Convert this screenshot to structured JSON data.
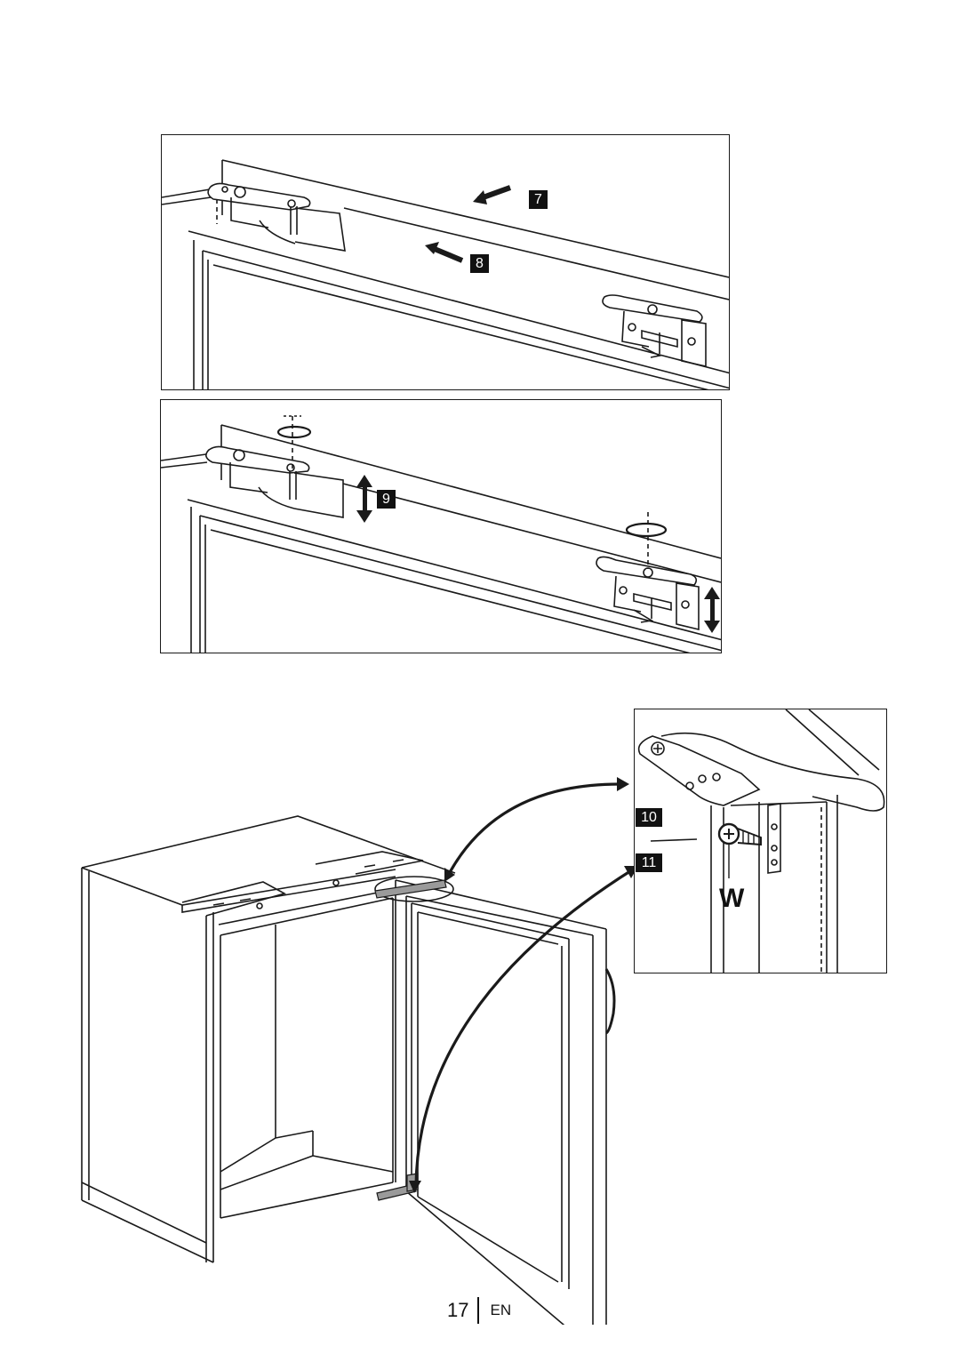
{
  "figure_top": {
    "steps": [
      {
        "label": "7"
      },
      {
        "label": "8"
      }
    ]
  },
  "figure_middle": {
    "steps": [
      {
        "label": "9"
      }
    ]
  },
  "figure_detail": {
    "steps": [
      {
        "label": "10"
      },
      {
        "label": "11"
      }
    ],
    "part_label": "W"
  },
  "footer": {
    "page_number": "17",
    "language": "EN"
  },
  "colors": {
    "line": "#1a1a1a",
    "badge_bg": "#111111",
    "hinge_fill": "#9a9a9a"
  }
}
